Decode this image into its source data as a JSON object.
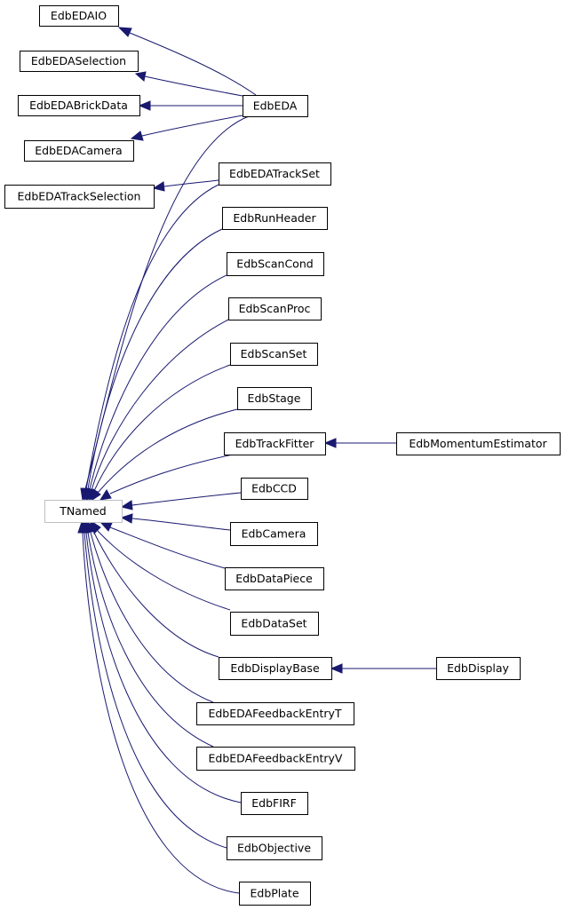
{
  "diagram": {
    "root": {
      "id": "tnamed",
      "label": "TNamed"
    },
    "nodes": [
      {
        "id": "edbedaio",
        "label": "EdbEDAIO"
      },
      {
        "id": "edbedaselection",
        "label": "EdbEDASelection"
      },
      {
        "id": "edbedabrickdata",
        "label": "EdbEDABrickData"
      },
      {
        "id": "edbedacamera",
        "label": "EdbEDACamera"
      },
      {
        "id": "edbedatrackselection",
        "label": "EdbEDATrackSelection"
      },
      {
        "id": "edbeda",
        "label": "EdbEDA"
      },
      {
        "id": "edbedatrackset",
        "label": "EdbEDATrackSet"
      },
      {
        "id": "edbrunheader",
        "label": "EdbRunHeader"
      },
      {
        "id": "edbscancond",
        "label": "EdbScanCond"
      },
      {
        "id": "edbscanproc",
        "label": "EdbScanProc"
      },
      {
        "id": "edbscanset",
        "label": "EdbScanSet"
      },
      {
        "id": "edbstage",
        "label": "EdbStage"
      },
      {
        "id": "edbtrackfitter",
        "label": "EdbTrackFitter"
      },
      {
        "id": "edbmomentumestimator",
        "label": "EdbMomentumEstimator"
      },
      {
        "id": "edbccd",
        "label": "EdbCCD"
      },
      {
        "id": "edbcamera",
        "label": "EdbCamera"
      },
      {
        "id": "edbdatapiece",
        "label": "EdbDataPiece"
      },
      {
        "id": "edbdataset",
        "label": "EdbDataSet"
      },
      {
        "id": "edbdisplaybase",
        "label": "EdbDisplayBase"
      },
      {
        "id": "edbdisplay",
        "label": "EdbDisplay"
      },
      {
        "id": "edbedafeedbackentryt",
        "label": "EdbEDAFeedbackEntryT"
      },
      {
        "id": "edbedafeedbackentryv",
        "label": "EdbEDAFeedbackEntryV"
      },
      {
        "id": "edbfirf",
        "label": "EdbFIRF"
      },
      {
        "id": "edbobjective",
        "label": "EdbObjective"
      },
      {
        "id": "edbplate",
        "label": "EdbPlate"
      }
    ],
    "edges": [
      {
        "from": "edbeda",
        "to": "edbedaio"
      },
      {
        "from": "edbeda",
        "to": "edbedaselection"
      },
      {
        "from": "edbeda",
        "to": "edbedabrickdata"
      },
      {
        "from": "edbeda",
        "to": "edbedacamera"
      },
      {
        "from": "edbedatrackset",
        "to": "edbedatrackselection"
      },
      {
        "from": "edbeda",
        "to": "tnamed"
      },
      {
        "from": "edbedatrackset",
        "to": "tnamed"
      },
      {
        "from": "edbrunheader",
        "to": "tnamed"
      },
      {
        "from": "edbscancond",
        "to": "tnamed"
      },
      {
        "from": "edbscanproc",
        "to": "tnamed"
      },
      {
        "from": "edbscanset",
        "to": "tnamed"
      },
      {
        "from": "edbstage",
        "to": "tnamed"
      },
      {
        "from": "edbtrackfitter",
        "to": "tnamed"
      },
      {
        "from": "edbmomentumestimator",
        "to": "edbtrackfitter"
      },
      {
        "from": "edbccd",
        "to": "tnamed"
      },
      {
        "from": "edbcamera",
        "to": "tnamed"
      },
      {
        "from": "edbdatapiece",
        "to": "tnamed"
      },
      {
        "from": "edbdataset",
        "to": "tnamed"
      },
      {
        "from": "edbdisplaybase",
        "to": "tnamed"
      },
      {
        "from": "edbdisplay",
        "to": "edbdisplaybase"
      },
      {
        "from": "edbedafeedbackentryt",
        "to": "tnamed"
      },
      {
        "from": "edbedafeedbackentryv",
        "to": "tnamed"
      },
      {
        "from": "edbfirf",
        "to": "tnamed"
      },
      {
        "from": "edbobjective",
        "to": "tnamed"
      },
      {
        "from": "edbplate",
        "to": "tnamed"
      }
    ]
  }
}
